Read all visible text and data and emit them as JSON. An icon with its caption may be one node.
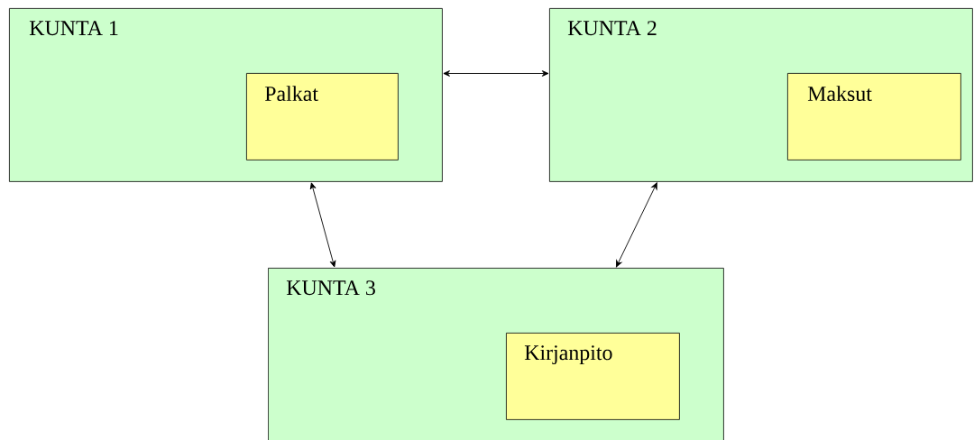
{
  "diagram": {
    "nodes": [
      {
        "text": [
          "KUNTA 1"
        ]
      },
      {
        "text": [
          "Palkat"
        ],
        "in": 0
      },
      {
        "text": [
          "KUNTA 2"
        ]
      },
      {
        "text": [
          "Maksut"
        ],
        "in": 2
      },
      {
        "text": [
          "KUNTA 3"
        ]
      },
      {
        "text": [
          "Kirjanpito"
        ],
        "in": 4
      }
    ],
    "edges": [
      {
        "from": 0,
        "to": 2,
        "arrow": "both"
      },
      {
        "from": 0,
        "to": 4,
        "arrow": "both"
      },
      {
        "from": 2,
        "to": 4,
        "arrow": "both"
      }
    ]
  }
}
